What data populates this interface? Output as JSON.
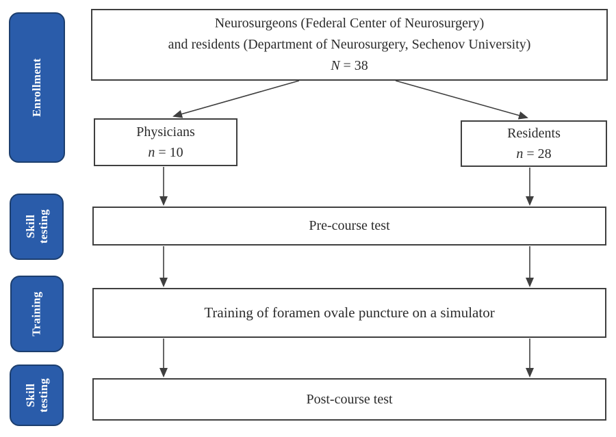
{
  "colors": {
    "stage_fill": "#2a5caa",
    "stage_border": "#1c3e6e",
    "stage_text": "#ffffff",
    "box_border": "#3f3f3f",
    "arrow": "#3f3f3f",
    "text": "#2b2b2b"
  },
  "sidebar": {
    "stages": [
      {
        "label": "Enrollment"
      },
      {
        "label": "Skill testing"
      },
      {
        "label": "Training"
      },
      {
        "label": "Skill testing"
      }
    ]
  },
  "flow": {
    "enrollment": {
      "line1": "Neurosurgeons (Federal Center of Neurosurgery)",
      "line2": "and residents (Department of Neurosurgery, Sechenov University)",
      "count_var": "N",
      "count_value": "= 38"
    },
    "physicians": {
      "title": "Physicians",
      "count_var": "n",
      "count_value": "= 10"
    },
    "residents": {
      "title": "Residents",
      "count_var": "n",
      "count_value": "= 28"
    },
    "pre_test": {
      "label": "Pre-course test"
    },
    "training": {
      "label": "Training of foramen ovale puncture on a simulator"
    },
    "post_test": {
      "label": "Post-course test"
    }
  }
}
